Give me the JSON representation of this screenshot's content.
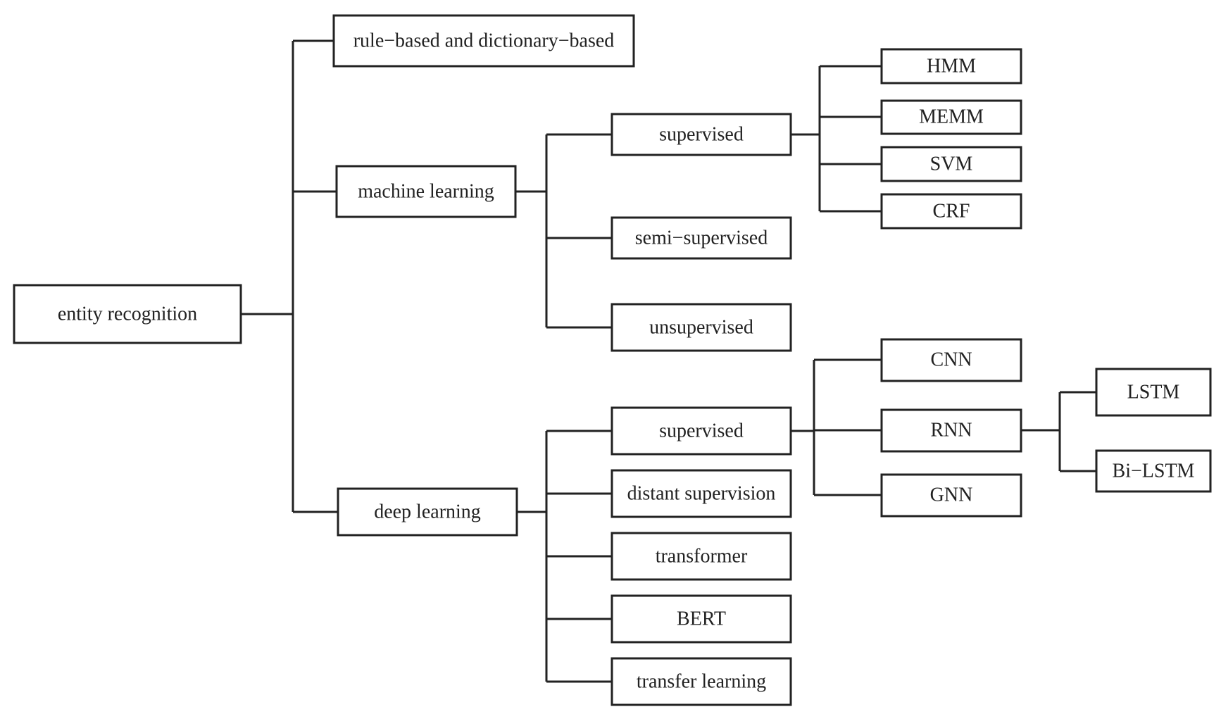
{
  "root": {
    "label": "entity recognition"
  },
  "methods": {
    "rule_based": {
      "label": "rule−based and dictionary−based"
    },
    "machine_learning": {
      "label": "machine learning",
      "children": {
        "supervised": {
          "label": "supervised",
          "models": [
            {
              "label": "HMM"
            },
            {
              "label": "MEMM"
            },
            {
              "label": "SVM"
            },
            {
              "label": "CRF"
            }
          ]
        },
        "semi_supervised": {
          "label": "semi−supervised"
        },
        "unsupervised": {
          "label": "unsupervised"
        }
      }
    },
    "deep_learning": {
      "label": "deep learning",
      "children": {
        "supervised": {
          "label": "supervised",
          "models": {
            "cnn": {
              "label": "CNN"
            },
            "rnn": {
              "label": "RNN",
              "variants": [
                {
                  "label": "LSTM"
                },
                {
                  "label": "Bi−LSTM"
                }
              ]
            },
            "gnn": {
              "label": "GNN"
            }
          }
        },
        "distant_supervision": {
          "label": "distant supervision"
        },
        "transformer": {
          "label": "transformer"
        },
        "bert": {
          "label": "BERT"
        },
        "transfer_learning": {
          "label": "transfer learning"
        }
      }
    }
  }
}
